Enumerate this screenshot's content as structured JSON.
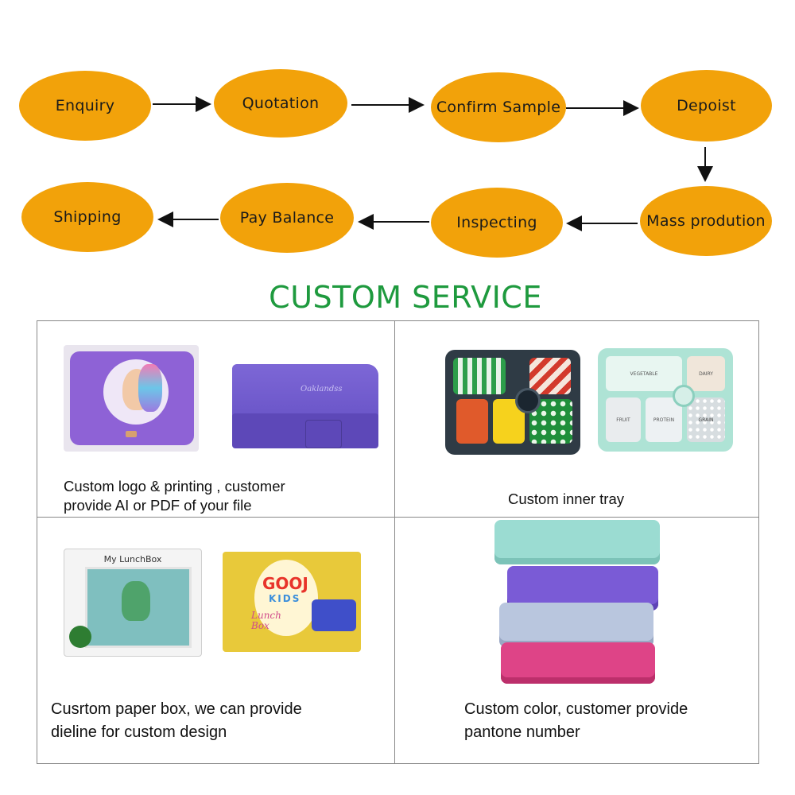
{
  "flow": {
    "steps": [
      "Enquiry",
      "Quotation",
      "Confirm Sample",
      "Depoist",
      "Mass prodution",
      "Inspecting",
      "Pay Balance",
      "Shipping"
    ],
    "node_color": "#F2A20A"
  },
  "section": {
    "title": "CUSTOM SERVICE",
    "title_color": "#1E9A3E"
  },
  "services": [
    {
      "caption_lines": [
        "Custom logo & printing , customer",
        "provide AI or PDF of your file"
      ]
    },
    {
      "caption_lines": [
        "Custom inner tray"
      ]
    },
    {
      "caption_lines": [
        "Cusrtom paper box, we can provide",
        "dieline for custom design"
      ]
    },
    {
      "caption_lines": [
        "Custom color, customer provide",
        "pantone number"
      ]
    }
  ],
  "product_text": {
    "brand": "Oaklandss",
    "lunchbox_label": "My LunchBox",
    "gooj_line1": "GOOJ",
    "gooj_line2": "KIDS",
    "gooj_line3": "Lunch Box",
    "tray_labels": [
      "VEGETABLE",
      "DAIRY",
      "FRUIT",
      "PROTEIN",
      "GRAIN"
    ]
  }
}
